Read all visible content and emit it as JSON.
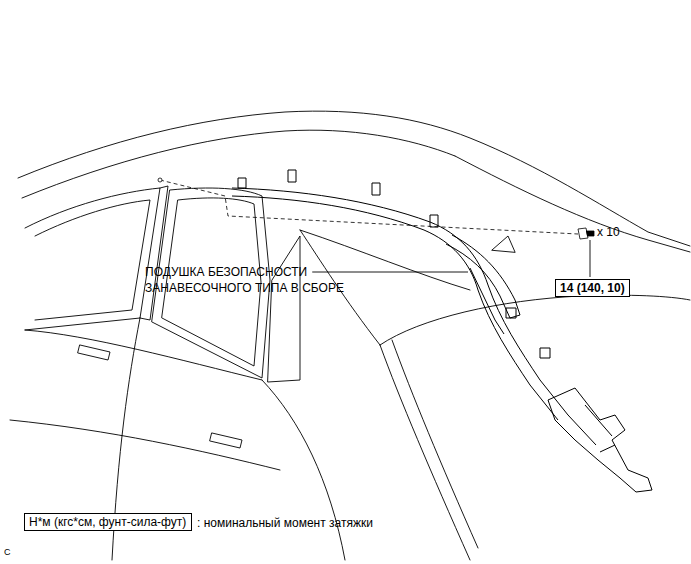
{
  "diagram": {
    "nodes": [
      {
        "text": [
          "14 (140, 10)"
        ]
      },
      {
        "text": [
          "Н*м (кгс*см, фунт-сила-фут)"
        ]
      }
    ],
    "edges": [],
    "labels": [
      "ПОДУШКА БЕЗОПАСНОСТИ ЗАНАВЕСОЧНОГО ТИПА В СБОРЕ",
      "x 10",
      "C"
    ],
    "legend": [
      {
        "text": ": номинальный момент затяжки"
      }
    ]
  }
}
